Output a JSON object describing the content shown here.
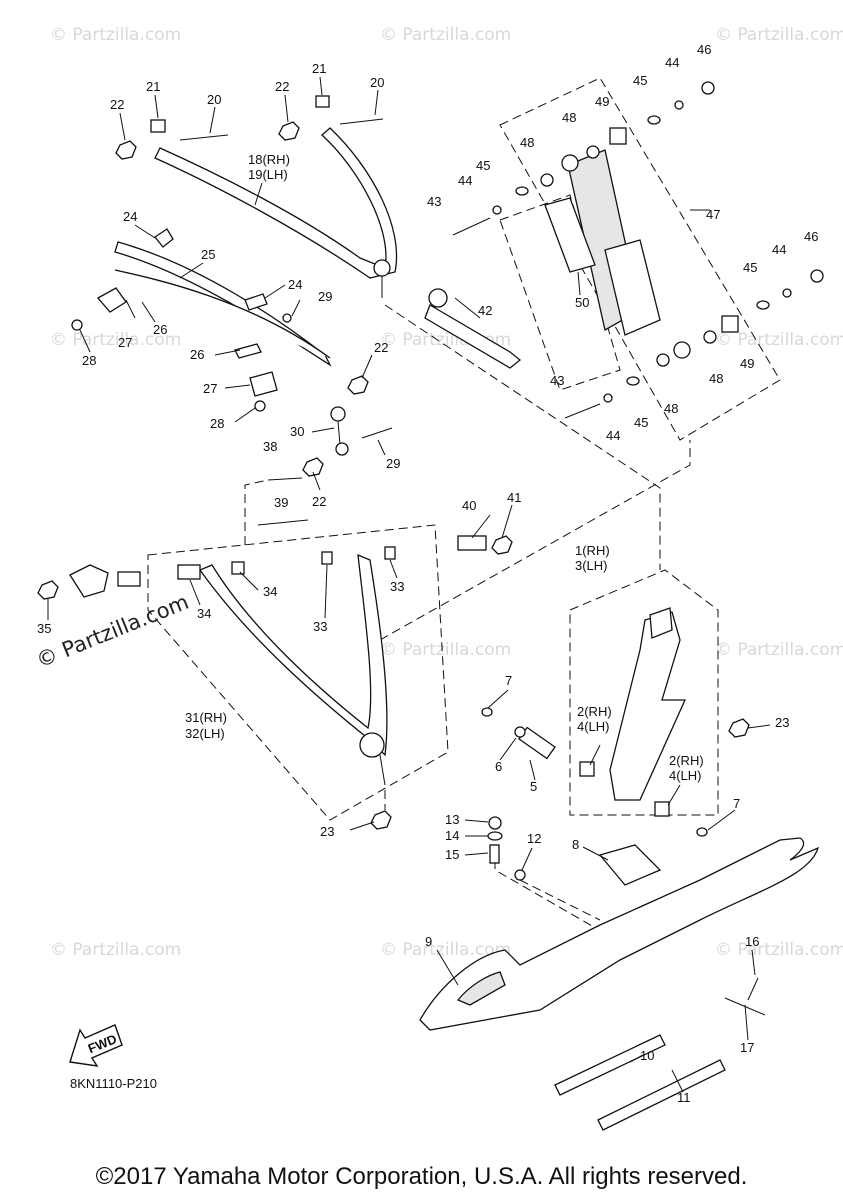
{
  "watermarks": {
    "small": "© Partzilla.com",
    "large": "© Partzilla.com"
  },
  "labels": {
    "l1": "1(RH)",
    "l3": "3(LH)",
    "l2a": "2(RH)",
    "l4a": "4(LH)",
    "l2b": "2(RH)",
    "l4b": "4(LH)",
    "l5": "5",
    "l6": "6",
    "l7a": "7",
    "l7b": "7",
    "l8": "8",
    "l9": "9",
    "l10": "10",
    "l11": "11",
    "l12": "12",
    "l13": "13",
    "l14": "14",
    "l15": "15",
    "l16": "16",
    "l17": "17",
    "l18": "18(RH)",
    "l19": "19(LH)",
    "l20a": "20",
    "l20b": "20",
    "l21a": "21",
    "l21b": "21",
    "l22a": "22",
    "l22b": "22",
    "l22c": "22",
    "l22d": "22",
    "l23a": "23",
    "l23b": "23",
    "l24a": "24",
    "l24b": "24",
    "l25": "25",
    "l26a": "26",
    "l26b": "26",
    "l27a": "27",
    "l27b": "27",
    "l28a": "28",
    "l28b": "28",
    "l29a": "29",
    "l29b": "29",
    "l30": "30",
    "l31": "31(RH)",
    "l32": "32(LH)",
    "l33a": "33",
    "l33b": "33",
    "l34a": "34",
    "l34b": "34",
    "l35": "35",
    "l38": "38",
    "l39": "39",
    "l40": "40",
    "l41": "41",
    "l42": "42",
    "l43a": "43",
    "l43b": "43",
    "l44a": "44",
    "l44b": "44",
    "l44c": "44",
    "l44d": "44",
    "l45a": "45",
    "l45b": "45",
    "l45c": "45",
    "l45d": "45",
    "l46a": "46",
    "l46b": "46",
    "l47": "47",
    "l48a": "48",
    "l48b": "48",
    "l48c": "48",
    "l48d": "48",
    "l49a": "49",
    "l49b": "49",
    "l50": "50"
  },
  "fwd_label": "FWD",
  "diagram_code": "8KN1110-P210",
  "copyright": "©2017 Yamaha Motor Corporation, U.S.A. All rights reserved."
}
